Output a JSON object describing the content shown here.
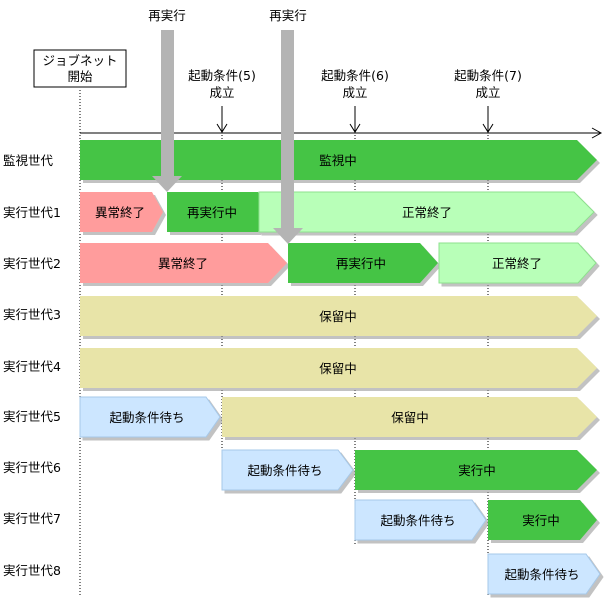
{
  "start_box": {
    "line1": "ジョブネット",
    "line2": "開始"
  },
  "rerun_labels": [
    "再実行",
    "再実行"
  ],
  "conditions": [
    {
      "line1": "起動条件(5)",
      "line2": "成立"
    },
    {
      "line1": "起動条件(6)",
      "line2": "成立"
    },
    {
      "line1": "起動条件(7)",
      "line2": "成立"
    }
  ],
  "rows": [
    {
      "label": "監視世代",
      "segments": [
        "監視中"
      ]
    },
    {
      "label": "実行世代1",
      "segments": [
        "異常終了",
        "再実行中",
        "正常終了"
      ]
    },
    {
      "label": "実行世代2",
      "segments": [
        "異常終了",
        "再実行中",
        "正常終了"
      ]
    },
    {
      "label": "実行世代3",
      "segments": [
        "保留中"
      ]
    },
    {
      "label": "実行世代4",
      "segments": [
        "保留中"
      ]
    },
    {
      "label": "実行世代5",
      "segments": [
        "起動条件待ち",
        "保留中"
      ]
    },
    {
      "label": "実行世代6",
      "segments": [
        "起動条件待ち",
        "実行中"
      ]
    },
    {
      "label": "実行世代7",
      "segments": [
        "起動条件待ち",
        "実行中"
      ]
    },
    {
      "label": "実行世代8",
      "segments": [
        "起動条件待ち"
      ]
    }
  ],
  "colors": {
    "green": "#44c444",
    "light_green": "#b8ffb8",
    "red": "#ff9c9c",
    "khaki": "#e8e4a8",
    "light_blue": "#cce6ff",
    "rerun_arrow": "#b4b4b4"
  }
}
